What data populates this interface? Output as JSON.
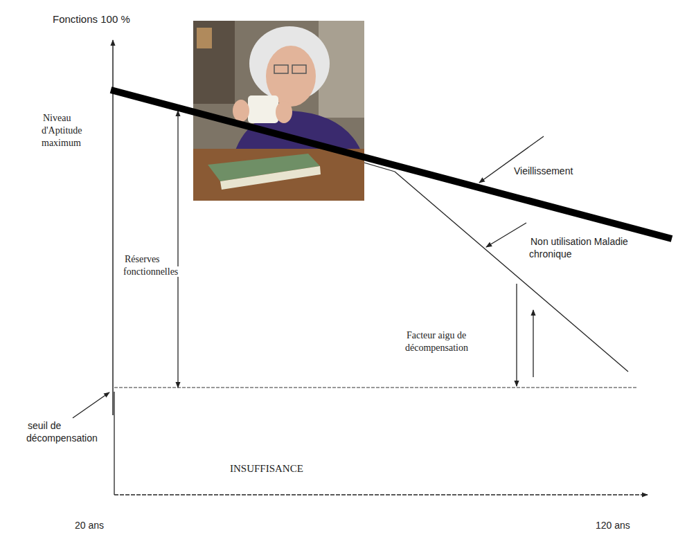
{
  "diagram": {
    "labels": [
      "Fonctions 100 %",
      "Niveau d'Aptitude maximum",
      "Réserves fonctionnelles",
      "Vieillissement",
      "Non utilisation Maladie chronique",
      "Facteur aigu de décompensation",
      "seuil de décompensation",
      "INSUFFISANCE",
      "20 ans",
      "120 ans"
    ]
  }
}
